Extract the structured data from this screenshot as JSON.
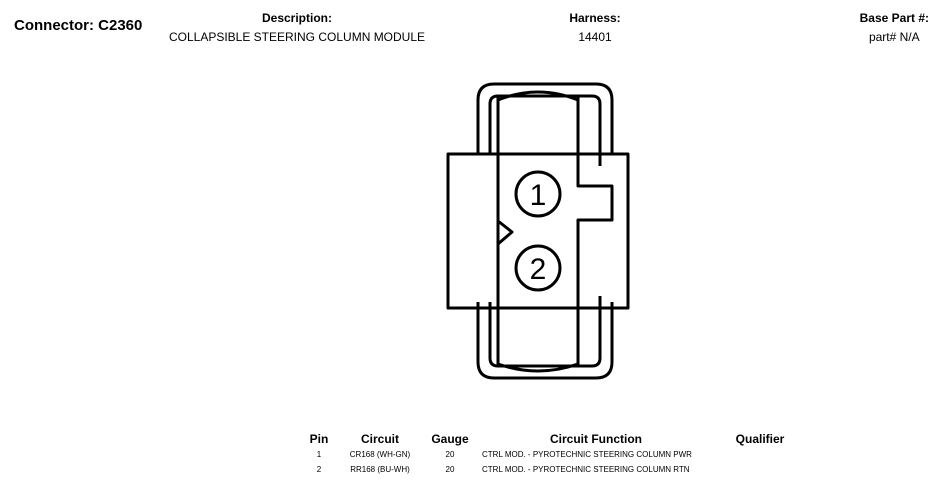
{
  "header": {
    "connector": "Connector: C2360",
    "description_label": "Description:",
    "description": "COLLAPSIBLE STEERING COLUMN MODULE",
    "harness_label": "Harness:",
    "harness": "14401",
    "base_part_label": "Base Part #:",
    "base_part": "part# N/A"
  },
  "connector": {
    "pins": [
      "1",
      "2"
    ]
  },
  "table": {
    "headers": {
      "pin": "Pin",
      "circuit": "Circuit",
      "gauge": "Gauge",
      "function": "Circuit Function",
      "qualifier": "Qualifier"
    },
    "rows": [
      {
        "pin": "1",
        "circuit": "CR168 (WH-GN)",
        "gauge": "20",
        "function": "CTRL MOD. - PYROTECHNIC STEERING COLUMN PWR",
        "qualifier": ""
      },
      {
        "pin": "2",
        "circuit": "RR168 (BU-WH)",
        "gauge": "20",
        "function": "CTRL MOD. - PYROTECHNIC STEERING COLUMN RTN",
        "qualifier": ""
      }
    ]
  }
}
